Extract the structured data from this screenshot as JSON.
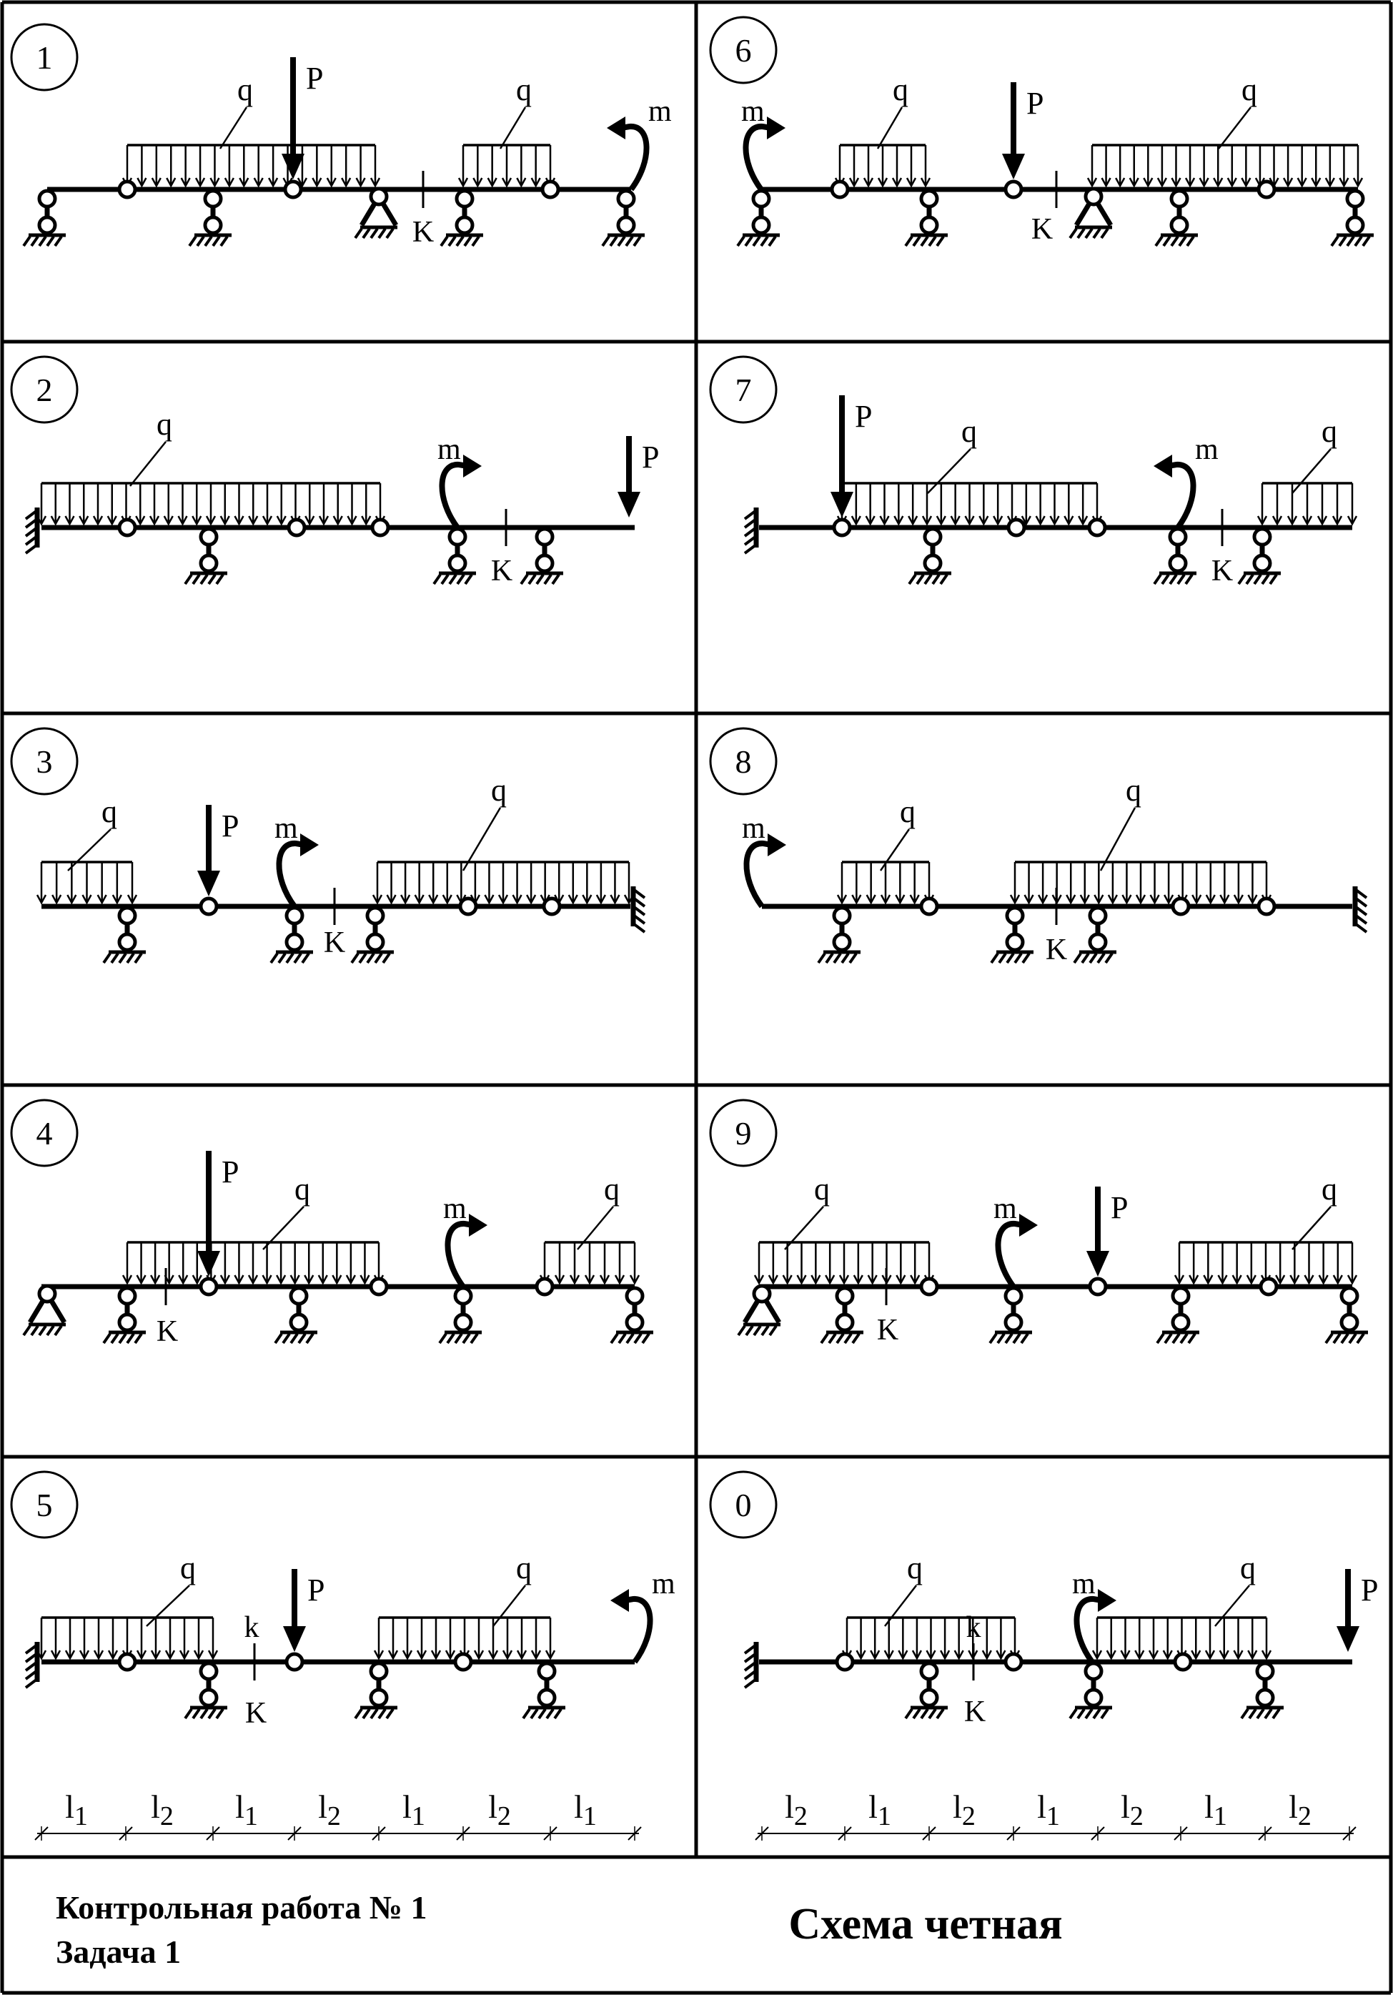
{
  "footer": {
    "left_line1": "Контрольная работа № 1",
    "left_line2": "Задача 1",
    "right_title": "Схема четная"
  },
  "labels": {
    "force": "P",
    "load": "q",
    "moment": "m",
    "section": "K",
    "section_lower": "k"
  },
  "span_labels": {
    "panel5": [
      "l1",
      "l2",
      "l1",
      "l2",
      "l1",
      "l2",
      "l1"
    ],
    "panel0": [
      "l2",
      "l1",
      "l2",
      "l1",
      "l2",
      "l1",
      "l2"
    ]
  },
  "panels": [
    {
      "number": "1"
    },
    {
      "number": "2"
    },
    {
      "number": "3"
    },
    {
      "number": "4"
    },
    {
      "number": "5"
    },
    {
      "number": "6"
    },
    {
      "number": "7"
    },
    {
      "number": "8"
    },
    {
      "number": "9"
    },
    {
      "number": "0"
    }
  ]
}
